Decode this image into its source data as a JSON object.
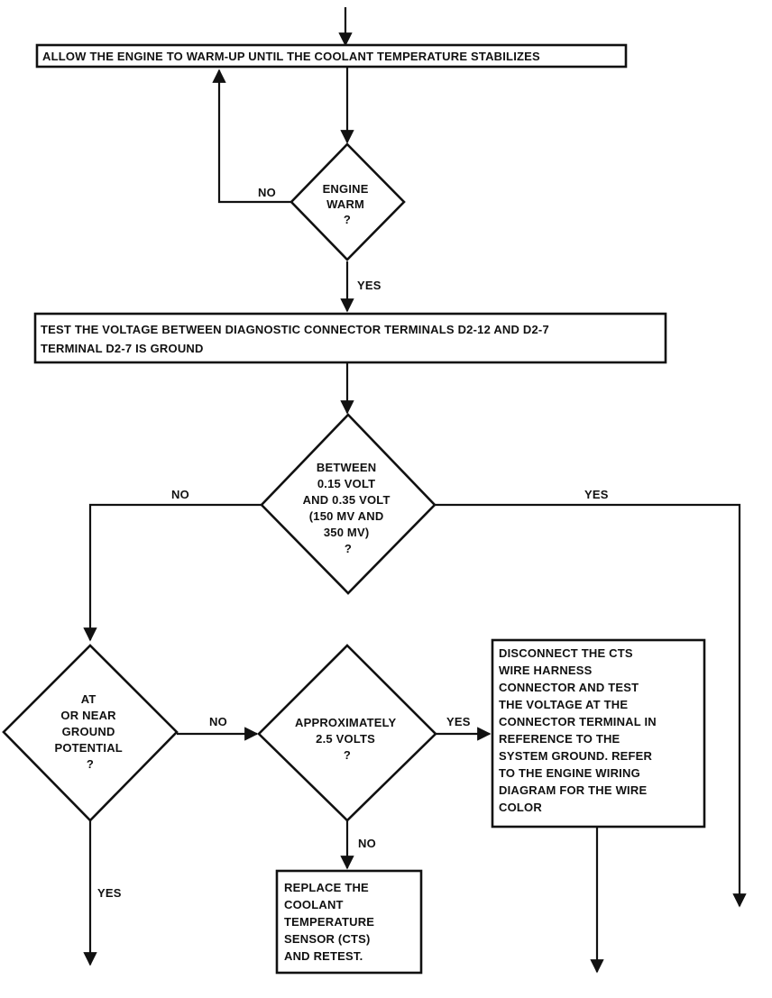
{
  "nodes": {
    "warmup": {
      "lines": [
        "ALLOW THE ENGINE TO WARM-UP UNTIL THE COOLANT TEMPERATURE STABILIZES"
      ]
    },
    "engine_warm": {
      "lines": [
        "ENGINE",
        "WARM",
        "?"
      ]
    },
    "test_voltage": {
      "lines": [
        "TEST THE VOLTAGE BETWEEN DIAGNOSTIC CONNECTOR TERMINALS D2-12 AND D2-7",
        "TERMINAL D2-7 IS GROUND"
      ]
    },
    "between": {
      "lines": [
        "BETWEEN",
        "0.15 VOLT",
        "AND 0.35 VOLT",
        "(150 MV AND",
        "350 MV)",
        "?"
      ]
    },
    "ground": {
      "lines": [
        "AT",
        "OR NEAR",
        "GROUND",
        "POTENTIAL",
        "?"
      ]
    },
    "approx": {
      "lines": [
        "APPROXIMATELY",
        "2.5 VOLTS",
        "?"
      ]
    },
    "disconnect": {
      "lines": [
        "DISCONNECT THE CTS",
        "WIRE HARNESS",
        "CONNECTOR AND TEST",
        "THE VOLTAGE AT THE",
        "CONNECTOR TERMINAL IN",
        "REFERENCE TO THE",
        "SYSTEM GROUND. REFER",
        "TO THE ENGINE WIRING",
        "DIAGRAM FOR THE WIRE",
        "COLOR"
      ]
    },
    "replace": {
      "lines": [
        "REPLACE THE",
        "COOLANT",
        "TEMPERATURE",
        "SENSOR (CTS)",
        "AND RETEST."
      ]
    }
  },
  "edge_labels": {
    "warm_no": "NO",
    "warm_yes": "YES",
    "between_no": "NO",
    "between_yes": "YES",
    "ground_no": "NO",
    "ground_yes": "YES",
    "approx_yes": "YES",
    "approx_no": "NO"
  },
  "colors": {
    "ink": "#111111",
    "paper": "#ffffff"
  }
}
